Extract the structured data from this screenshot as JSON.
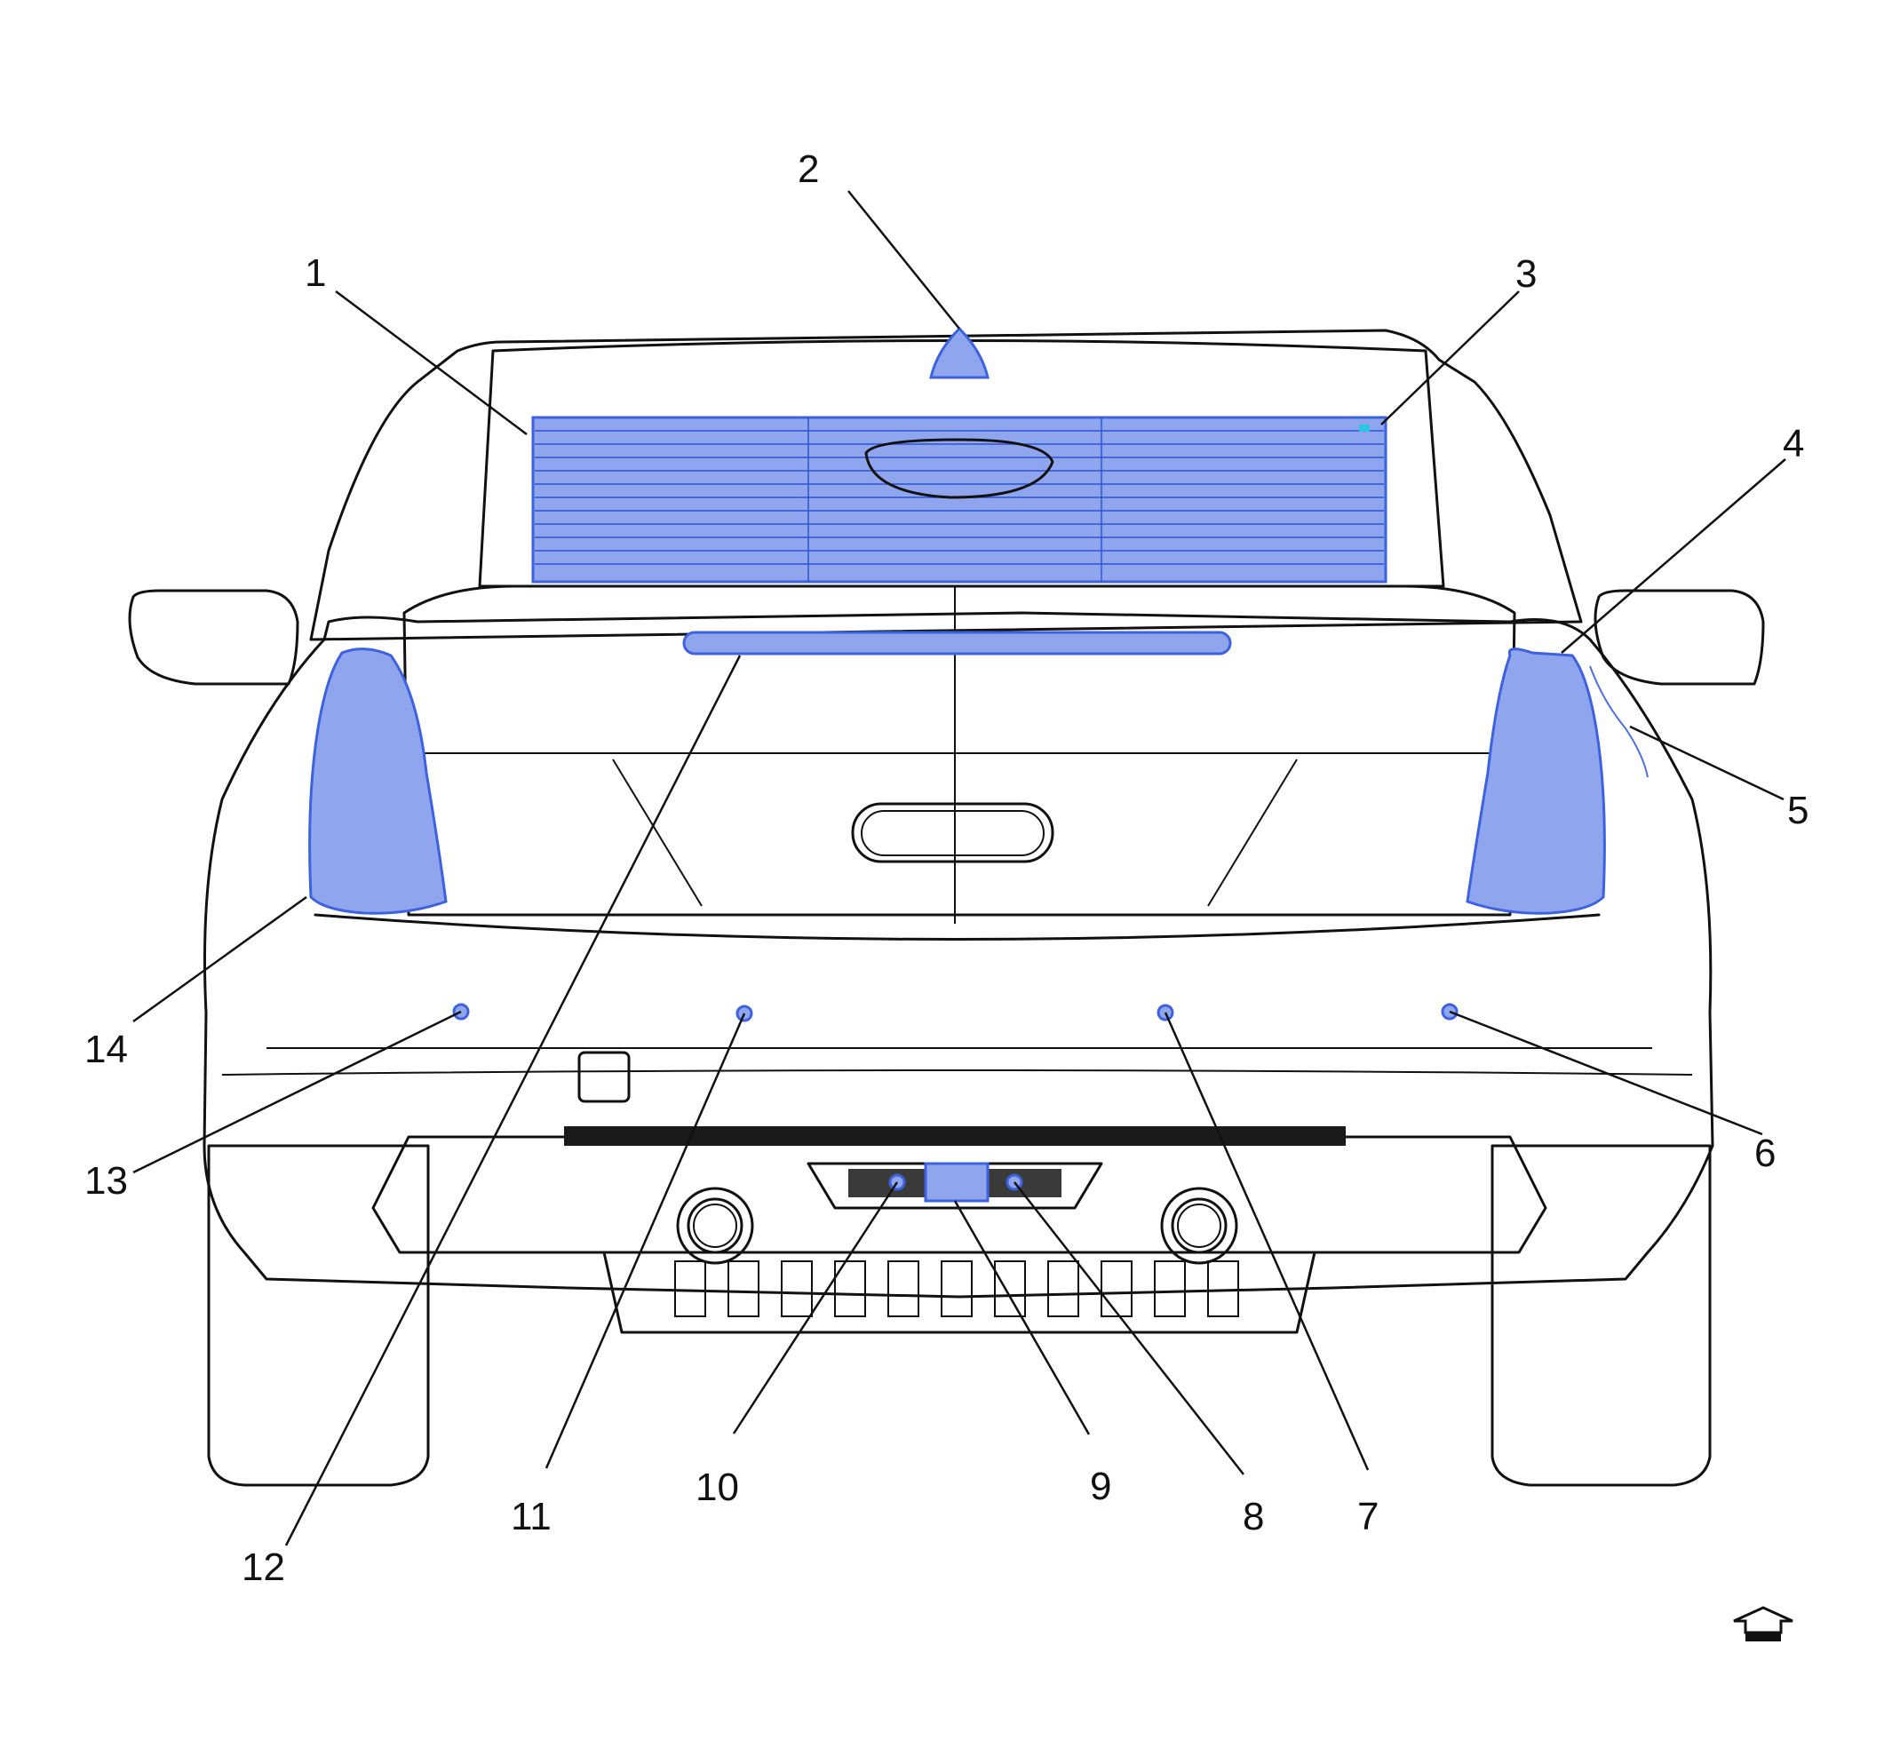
{
  "colors": {
    "body_fill": "#d5d3c2",
    "outline": "#111111",
    "highlight_fill": "#8fa6ee",
    "highlight_stroke": "#3d62e0"
  },
  "callouts": [
    "1",
    "2",
    "3",
    "4",
    "5",
    "6",
    "7",
    "8",
    "9",
    "10",
    "11",
    "12",
    "13",
    "14"
  ],
  "orientation_icon": "front-arrow-icon"
}
